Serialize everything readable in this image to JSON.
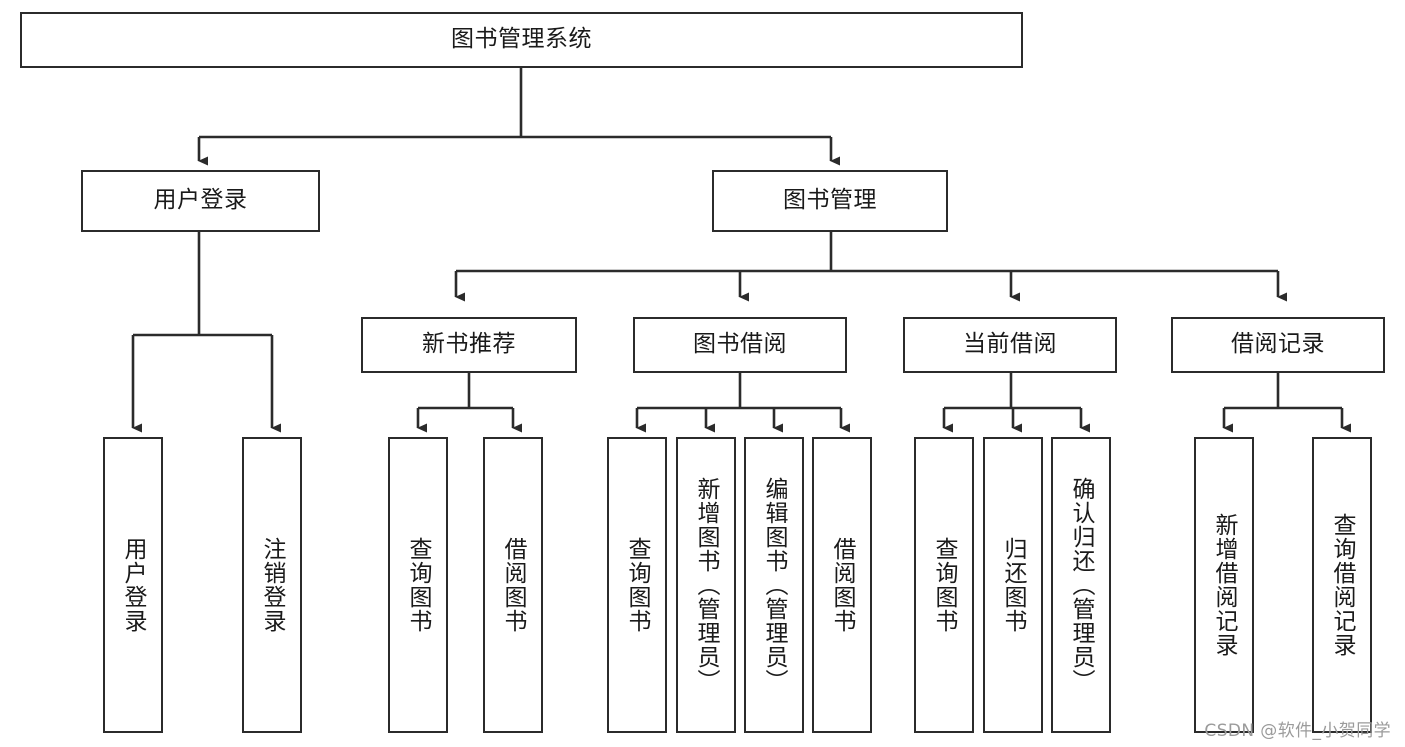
{
  "diagram": {
    "title": "图书管理系统",
    "type": "tree-structure-chart",
    "watermark": "CSDN @软件_小贺同学",
    "colors": {
      "box_border": "#2b2b2b",
      "box_fill": "#ffffff",
      "connector": "#2b2b2b",
      "text": "#1a1a1a",
      "watermark": "#9b9b9b",
      "background": "#ffffff"
    },
    "root": {
      "label": "图书管理系统"
    },
    "level2": [
      {
        "label": "用户登录"
      },
      {
        "label": "图书管理"
      }
    ],
    "level3": [
      {
        "label": "新书推荐"
      },
      {
        "label": "图书借阅"
      },
      {
        "label": "当前借阅"
      },
      {
        "label": "借阅记录"
      }
    ],
    "leaves": {
      "user_login": [
        {
          "label": "用户登录"
        },
        {
          "label": "注销登录"
        }
      ],
      "new_book_recommend": [
        {
          "label": "查询图书"
        },
        {
          "label": "借阅图书"
        }
      ],
      "book_borrow": [
        {
          "label": "查询图书"
        },
        {
          "label": "新增图书（管理员）"
        },
        {
          "label": "编辑图书（管理员）"
        },
        {
          "label": "借阅图书"
        }
      ],
      "current_borrow": [
        {
          "label": "查询图书"
        },
        {
          "label": "归还图书"
        },
        {
          "label": "确认归还（管理员）"
        }
      ],
      "borrow_record": [
        {
          "label": "新增借阅记录"
        },
        {
          "label": "查询借阅记录"
        }
      ]
    }
  }
}
